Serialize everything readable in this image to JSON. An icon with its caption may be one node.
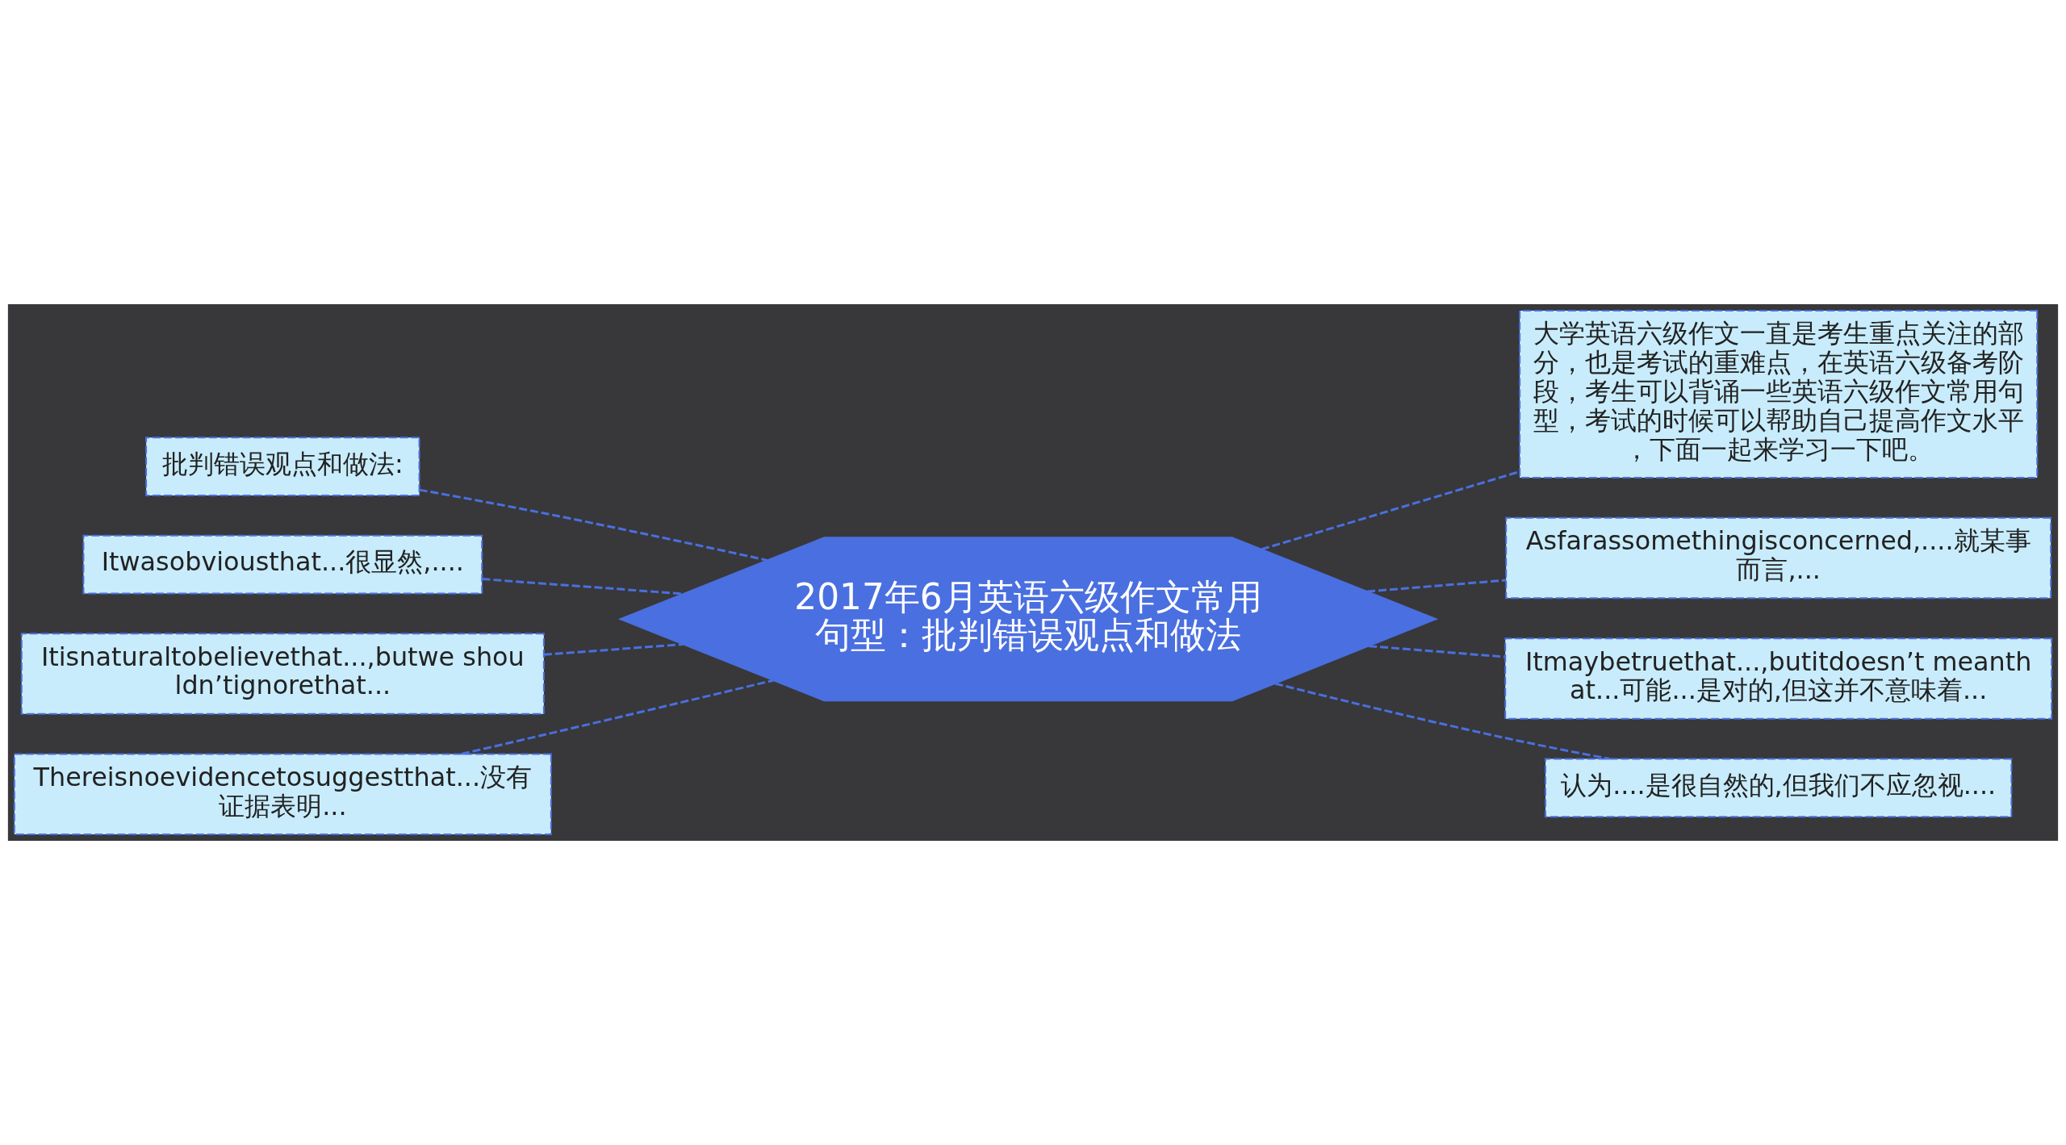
{
  "diagram": {
    "nodes": [
      {
        "text": [
          "2017年6月英语六级作文常用句型：批判错误观点和做法"
        ]
      },
      {
        "text": [
          "批判错误观点和做法:"
        ]
      },
      {
        "text": [
          "Itwasobviousthat...很显然,...."
        ]
      },
      {
        "text": [
          "Itisnaturaltobelievethat...,butwe shouldn’tignorethat..."
        ]
      },
      {
        "text": [
          "Thereisnoevidencetosuggestthat...没有证据表明..."
        ]
      },
      {
        "text": [
          "大学英语六级作文一直是考生重点关注的部分，也是考试的重难点，在英语六级备考阶段，考生可以背诵一些英语六级作文常用句型，考试的时候可以帮助自己提高作文水平，下面一起来学习一下吧。"
        ]
      },
      {
        "text": [
          "Asfarassomethingisconcerned,....就某事而言,..."
        ]
      },
      {
        "text": [
          "Itmaybetruethat...,butitdoesn’t meanthat...可能...是对的,但这并不意味着..."
        ]
      },
      {
        "text": [
          "认为....是很自然的,但我们不应忽视...."
        ]
      }
    ],
    "edges": [
      {
        "from": 0,
        "to": 1,
        "arrow": "none",
        "style": "dashed"
      },
      {
        "from": 0,
        "to": 2,
        "arrow": "none",
        "style": "dashed"
      },
      {
        "from": 0,
        "to": 3,
        "arrow": "none",
        "style": "dashed"
      },
      {
        "from": 0,
        "to": 4,
        "arrow": "none",
        "style": "dashed"
      },
      {
        "from": 0,
        "to": 5,
        "arrow": "none",
        "style": "dashed"
      },
      {
        "from": 0,
        "to": 6,
        "arrow": "none",
        "style": "dashed"
      },
      {
        "from": 0,
        "to": 7,
        "arrow": "none",
        "style": "dashed"
      },
      {
        "from": 0,
        "to": 8,
        "arrow": "none",
        "style": "dashed"
      }
    ]
  }
}
